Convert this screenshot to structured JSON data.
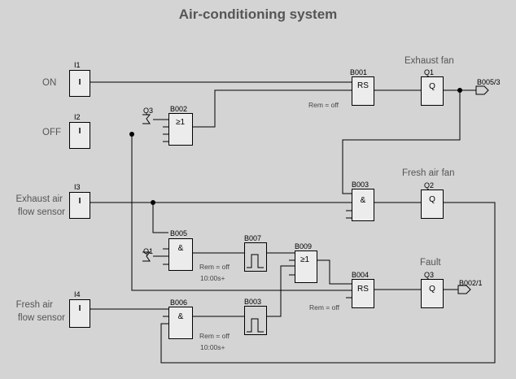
{
  "title": "Air-conditioning system",
  "inputs": [
    {
      "id": "I1",
      "label_lines": [
        "ON"
      ],
      "symbol": "I"
    },
    {
      "id": "I2",
      "label_lines": [
        "OFF"
      ],
      "symbol": "I"
    },
    {
      "id": "I3",
      "label_lines": [
        "Exhaust air",
        "flow sensor"
      ],
      "symbol": "I"
    },
    {
      "id": "I4",
      "label_lines": [
        "Fresh air",
        "flow sensor"
      ],
      "symbol": "I"
    }
  ],
  "blocks": {
    "b002": {
      "id": "B002",
      "symbol": "≥1"
    },
    "b001": {
      "id": "B001",
      "symbol": "RS",
      "note": "Rem = off"
    },
    "b003a": {
      "id": "B003",
      "symbol": "&"
    },
    "b005": {
      "id": "B005",
      "symbol": "&"
    },
    "b007": {
      "id": "B007",
      "note": "Rem = off",
      "time": "10:00s+"
    },
    "b009": {
      "id": "B009",
      "symbol": "≥1"
    },
    "b004": {
      "id": "B004",
      "symbol": "RS",
      "note": "Rem = off"
    },
    "b006": {
      "id": "B006",
      "symbol": "&"
    },
    "b003b": {
      "id": "B003",
      "note": "Rem = off",
      "time": "10:00s+"
    }
  },
  "outputs": [
    {
      "id": "Q1",
      "title": "Exhaust fan",
      "symbol": "Q"
    },
    {
      "id": "Q2",
      "title": "Fresh air fan",
      "symbol": "Q"
    },
    {
      "id": "Q3",
      "title": "Fault",
      "symbol": "Q"
    }
  ],
  "flags": {
    "q3": "Q3",
    "q1": "Q1"
  },
  "connectors": {
    "b005_3": "B005/3",
    "b002_1": "B002/1"
  },
  "colors": {
    "background": "#d4d4d4",
    "block_fill": "#ececec",
    "wire": "#000000",
    "label": "#555555"
  }
}
